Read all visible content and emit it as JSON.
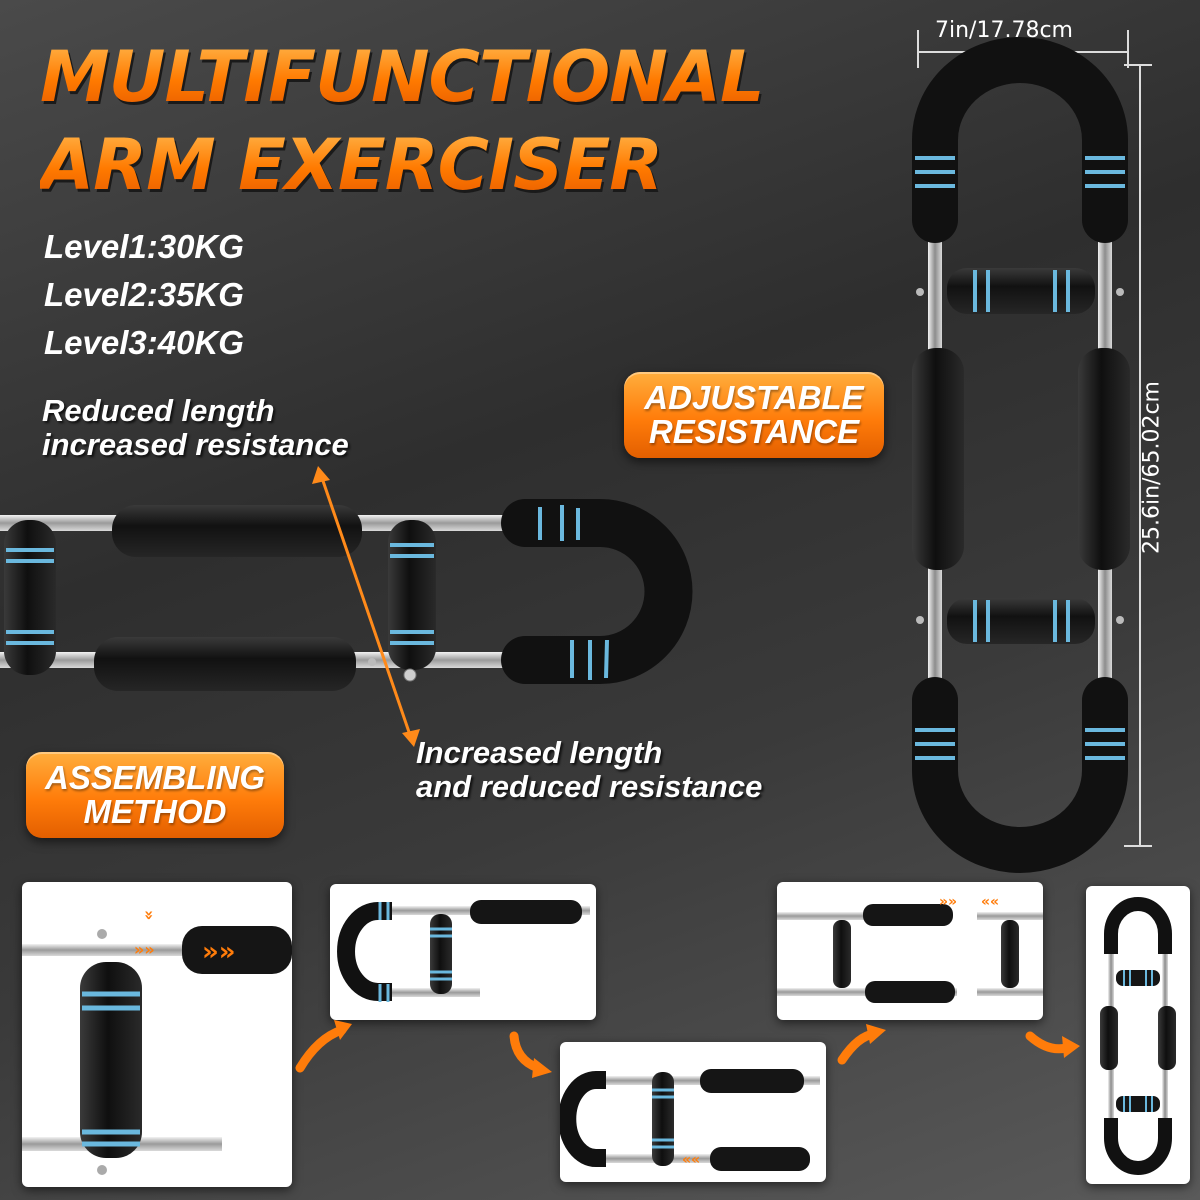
{
  "title": {
    "line1": "MULTIFUNCTIONAL",
    "line2": "ARM EXERCISER"
  },
  "levels": [
    "Level1:30KG",
    "Level2:35KG",
    "Level3:40KG"
  ],
  "notes": {
    "reduced": "Reduced length\nincreased resistance",
    "increased": "Increased length\nand reduced resistance"
  },
  "badges": {
    "adjustable": "ADJUSTABLE\nRESISTANCE",
    "assembling": "ASSEMBLING\nMETHOD"
  },
  "dimensions": {
    "width": "7in/17.78cm",
    "height": "25.6in/65.02cm"
  },
  "colors": {
    "accent": "#ff7c0a",
    "foam_stripe": "#6ab8de",
    "foam": "#1a1a1a",
    "steel": "#c8c8c8"
  },
  "icons": {
    "step_arrow": "orange-curved-arrow-icon",
    "direction_chevrons": "orange-double-chevron-icon"
  }
}
